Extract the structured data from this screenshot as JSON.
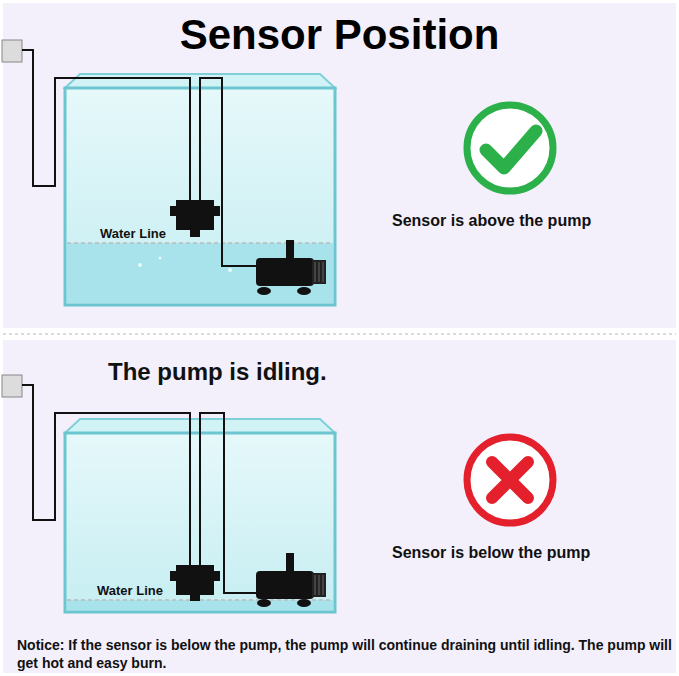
{
  "diagram": {
    "title": "Sensor Position",
    "labels": [
      "Water Line",
      "Sensor is above the pump",
      "The pump is idling.",
      "Water Line",
      "Sensor is below the pump",
      "Notice: If the sensor is below the pump, the pump will continue draining until idling. The pump will get hot and easy burn."
    ]
  }
}
